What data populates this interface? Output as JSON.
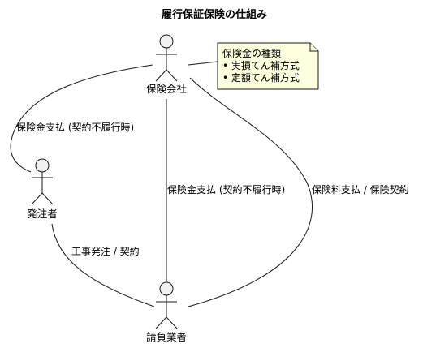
{
  "title": "履行保証保険の仕組み",
  "actors": {
    "insurer": "保険会社",
    "client": "発注者",
    "contractor": "請負業者"
  },
  "note": {
    "heading": "保険金の種類",
    "items": [
      "• 実損てん補方式",
      "• 定額てん補方式"
    ]
  },
  "edges": {
    "insurer_client": "保険金支払 (契約不履行時)",
    "insurer_contractor": "保険金支払 (契約不履行時)",
    "contractor_insurer": "保険料支払 / 保険契約",
    "client_contractor": "工事発注 / 契約"
  },
  "colors": {
    "actor_fill": "#F1F1F1",
    "stroke": "#181818",
    "note_fill": "#FEFFDD"
  }
}
